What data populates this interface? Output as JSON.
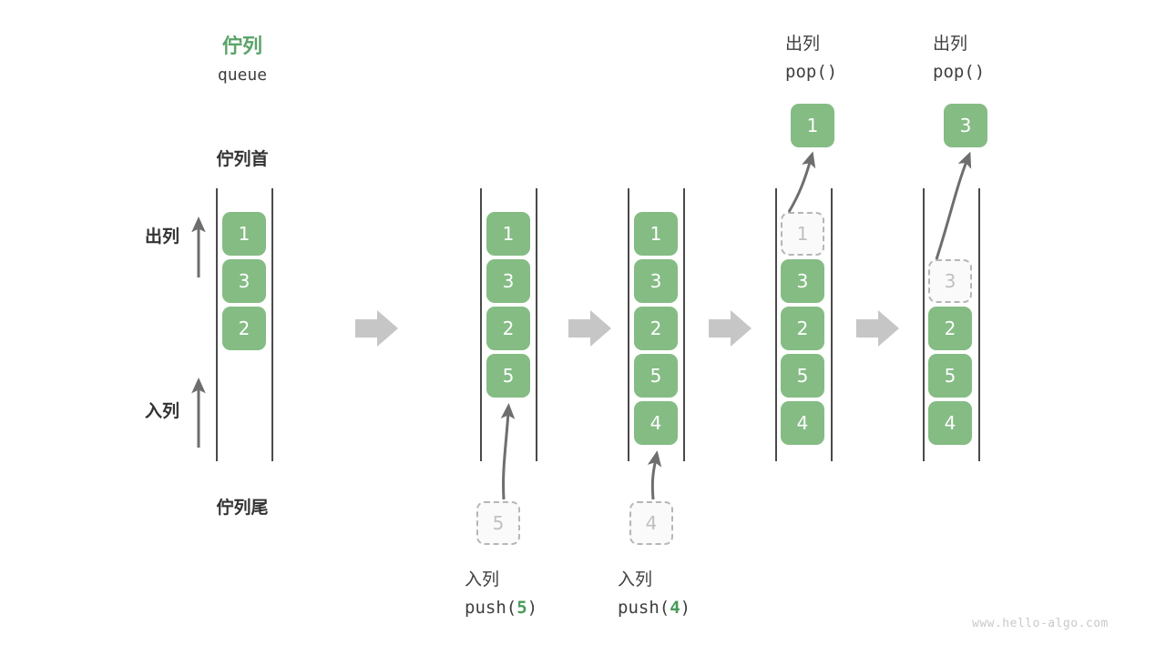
{
  "meta": {
    "watermark": "www.hello-algo.com",
    "accent_green": "#84bc84",
    "title_green": "#5aa469",
    "rail_color": "#4a4a4a",
    "ghost_border": "#b6b6b6",
    "arrow_gray": "#c6c6c6",
    "curve_gray": "#6e6e6e"
  },
  "header": {
    "title_cn": "佇列",
    "title_en": "queue"
  },
  "side_labels": {
    "head": "佇列首",
    "tail": "佇列尾",
    "dequeue": "出列",
    "enqueue": "入列"
  },
  "columns": [
    {
      "id": "initial",
      "top_label_cn": "",
      "top_label_code": "",
      "bottom_label_cn": "",
      "bottom_label_code": "",
      "cells": [
        {
          "value": "1",
          "state": "filled"
        },
        {
          "value": "3",
          "state": "filled"
        },
        {
          "value": "2",
          "state": "filled"
        }
      ],
      "floating": null,
      "popped": null
    },
    {
      "id": "push-5",
      "top_label_cn": "",
      "top_label_code": "",
      "bottom_label_cn": "入列",
      "bottom_label_code_prefix": "push(",
      "bottom_label_code_num": "5",
      "bottom_label_code_suffix": ")",
      "cells": [
        {
          "value": "1",
          "state": "filled"
        },
        {
          "value": "3",
          "state": "filled"
        },
        {
          "value": "2",
          "state": "filled"
        },
        {
          "value": "5",
          "state": "filled"
        }
      ],
      "floating": {
        "value": "5",
        "state": "ghost"
      },
      "popped": null
    },
    {
      "id": "push-4",
      "top_label_cn": "",
      "top_label_code": "",
      "bottom_label_cn": "入列",
      "bottom_label_code_prefix": "push(",
      "bottom_label_code_num": "4",
      "bottom_label_code_suffix": ")",
      "cells": [
        {
          "value": "1",
          "state": "filled"
        },
        {
          "value": "3",
          "state": "filled"
        },
        {
          "value": "2",
          "state": "filled"
        },
        {
          "value": "5",
          "state": "filled"
        },
        {
          "value": "4",
          "state": "filled"
        }
      ],
      "floating": {
        "value": "4",
        "state": "ghost"
      },
      "popped": null
    },
    {
      "id": "pop-1",
      "top_label_cn": "出列",
      "top_label_code": "pop()",
      "bottom_label_cn": "",
      "bottom_label_code": "",
      "cells": [
        {
          "value": "1",
          "state": "ghost"
        },
        {
          "value": "3",
          "state": "filled"
        },
        {
          "value": "2",
          "state": "filled"
        },
        {
          "value": "5",
          "state": "filled"
        },
        {
          "value": "4",
          "state": "filled"
        }
      ],
      "floating": null,
      "popped": {
        "value": "1",
        "state": "filled"
      }
    },
    {
      "id": "pop-3",
      "top_label_cn": "出列",
      "top_label_code": "pop()",
      "bottom_label_cn": "",
      "bottom_label_code": "",
      "cells": [
        {
          "value": "",
          "state": "empty"
        },
        {
          "value": "3",
          "state": "ghost"
        },
        {
          "value": "2",
          "state": "filled"
        },
        {
          "value": "5",
          "state": "filled"
        },
        {
          "value": "4",
          "state": "filled"
        }
      ],
      "floating": null,
      "popped": {
        "value": "3",
        "state": "filled"
      }
    }
  ],
  "separators": [
    {
      "name": "step-arrow-1"
    },
    {
      "name": "step-arrow-2"
    },
    {
      "name": "step-arrow-3"
    },
    {
      "name": "step-arrow-4"
    }
  ]
}
